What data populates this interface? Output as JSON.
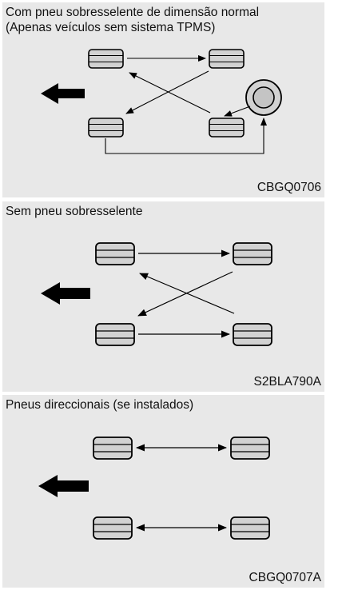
{
  "panels": [
    {
      "title": "Com pneu sobresselente de dimensão normal\n(Apenas veículos sem sistema TPMS)",
      "code": "CBGQ0706"
    },
    {
      "title": "Sem pneu sobresselente",
      "code": "S2BLA790A"
    },
    {
      "title": "Pneus direccionais (se instalados)",
      "code": "CBGQ0707A"
    }
  ],
  "icons": {
    "tire": "tire-icon",
    "spare": "spare-wheel-icon",
    "direction": "forward-direction-arrow-icon"
  },
  "colors": {
    "background": "#e8e8e8",
    "tire_fill": "#d2d2d2",
    "stroke": "#000000"
  }
}
